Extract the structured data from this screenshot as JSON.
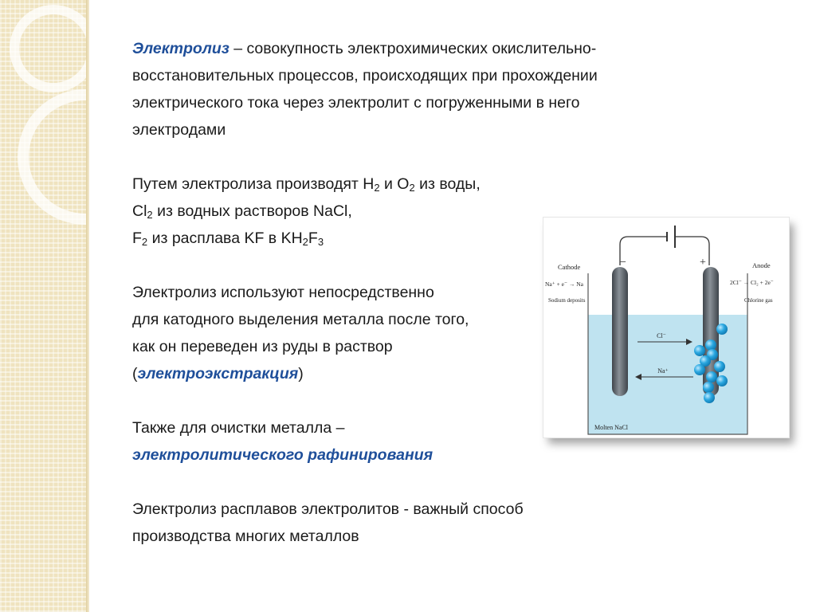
{
  "paragraphs": {
    "definition": {
      "term": "Электролиз",
      "line1_rest": " – совокупность  электрохимических окислительно-",
      "line2": "восстановительных процессов, происходящих при прохождении",
      "line3": "электрического тока через электролит с погруженными в него",
      "line4": "электродами"
    },
    "production": {
      "l1_a": "Путем электролиза производят H",
      "l1_sub1": "2",
      "l1_b": " и O",
      "l1_sub2": "2",
      "l1_c": " из воды,",
      "l2_a": "Cl",
      "l2_sub": "2",
      "l2_b": " из водных растворов NaCl,",
      "l3_a": "F",
      "l3_sub1": "2",
      "l3_b": " из расплава KF в KH",
      "l3_sub2": "2",
      "l3_c": "F",
      "l3_sub3": "3"
    },
    "extraction": {
      "line1": "Электролиз используют непосредственно",
      "line2": "для катодного выделения металла после того,",
      "line3": "как он переведен из руды  в раствор",
      "open": "(",
      "term": "электроэкстракция",
      "close": ")"
    },
    "refining": {
      "line1": "Также для очистки металла –",
      "term": "электролитического рафинирования"
    },
    "conclusion": {
      "line1": "Электролиз расплавов электролитов - важный способ",
      "line2": "производства многих металлов"
    }
  },
  "figure": {
    "cathode_label": "Cathode",
    "anode_label": "Anode",
    "cathode_reaction": "Na⁺ + e⁻ → Na",
    "anode_reaction": "2Cl⁻ → Cl₂ + 2e⁻",
    "cathode_note": "Sodium deposits",
    "anode_note": "Chlorine gas",
    "minus_sign": "−",
    "plus_sign": "+",
    "ion_cl": "Cl⁻",
    "ion_na": "Na⁺",
    "electrolyte_label": "Molten NaCl",
    "colors": {
      "liquid": "#bfe3f0",
      "electrode": "#5b6168",
      "bubble": "#2aa7e0"
    }
  }
}
